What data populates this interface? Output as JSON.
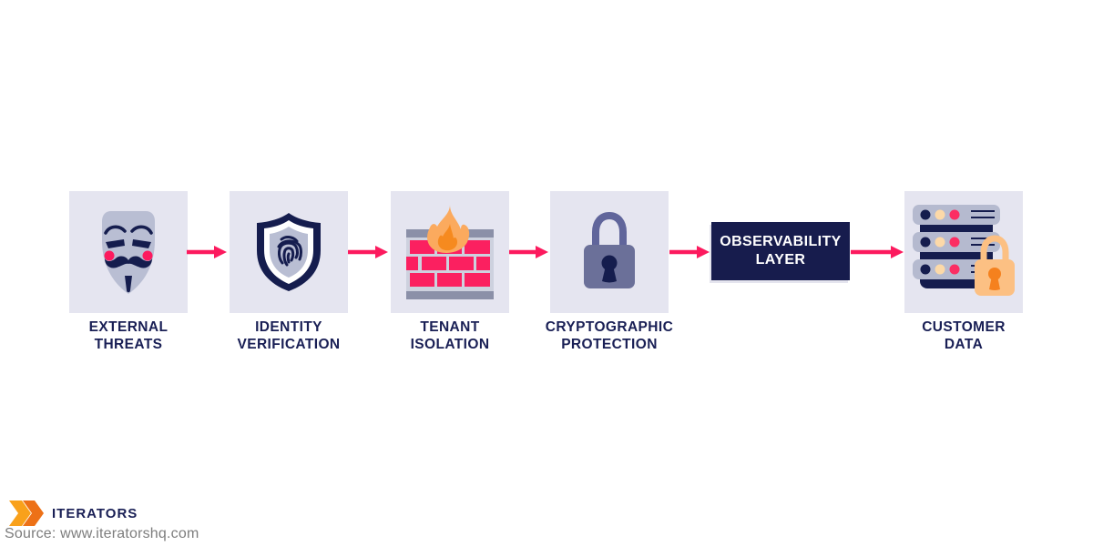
{
  "colors": {
    "tile_bg": "#e5e5f0",
    "navy": "#191f55",
    "obs_box_bg": "#171c4d",
    "arrow_pink": "#fc1a5e",
    "brick_pink": "#fb2060",
    "cheek_pink": "#fc1a5e",
    "icon_gray": "#b9bed3",
    "firewall_bar_gray": "#8b90a8",
    "firewall_mortar_gray": "#cdd1de",
    "flame_light_orange": "#fbaa5e",
    "flame_dark_orange": "#f68a1f",
    "lock_slate": "#6b7099",
    "lock_peach": "#fcc083",
    "lock_keyhole_orange": "#f5811e",
    "server_dot_peach": "#fcd9a8",
    "logo_orange_light": "#f9a11b",
    "logo_orange_dark": "#ed7117"
  },
  "flow": {
    "nodes": [
      {
        "label_line1": "EXTERNAL",
        "label_line2": "THREATS",
        "icon": "anonymous-mask-icon"
      },
      {
        "label_line1": "IDENTITY",
        "label_line2": "VERIFICATION",
        "icon": "shield-fingerprint-icon"
      },
      {
        "label_line1": "TENANT",
        "label_line2": "ISOLATION",
        "icon": "firewall-flame-icon"
      },
      {
        "label_line1": "CRYPTOGRAPHIC",
        "label_line2": "PROTECTION",
        "icon": "padlock-icon"
      },
      {
        "label_line1": "OBSERVABILITY",
        "label_line2": "LAYER",
        "icon": "none-dark-box"
      },
      {
        "label_line1": "CUSTOMER",
        "label_line2": "DATA",
        "icon": "server-lock-icon"
      }
    ]
  },
  "footer": {
    "logo_text": "ITERATORS",
    "source_text": "Source: www.iteratorshq.com"
  }
}
